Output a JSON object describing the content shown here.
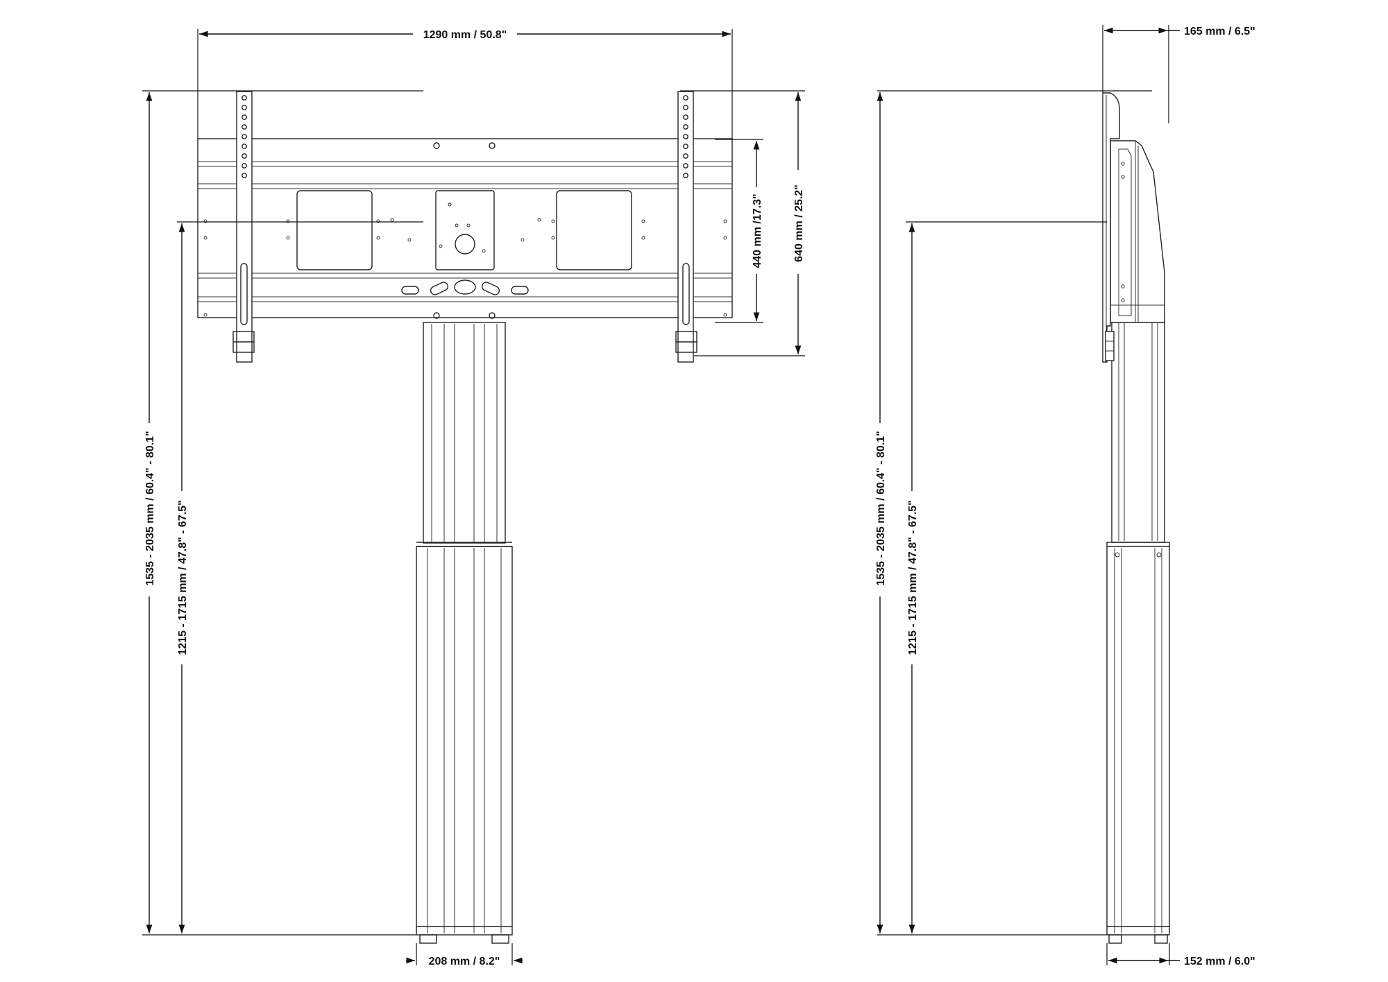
{
  "drawing": {
    "front_view": {
      "width_label": "1290 mm / 50.8\"",
      "panel_height_label": "440 mm /17.3\"",
      "bracket_height_label": "640 mm / 25.2\"",
      "total_height_label": "1535 - 2035 mm / 60.4\" - 80.1\"",
      "center_height_label": "1215 - 1715 mm / 47.8\" - 67.5\"",
      "column_width_label": "208 mm / 8.2\""
    },
    "side_view": {
      "depth_label": "165 mm / 6.5\"",
      "total_height_label": "1535 - 2035 mm / 60.4\" - 80.1\"",
      "center_height_label": "1215 - 1715 mm / 47.8\" - 67.5\"",
      "base_depth_label": "152 mm / 6.0\""
    }
  }
}
